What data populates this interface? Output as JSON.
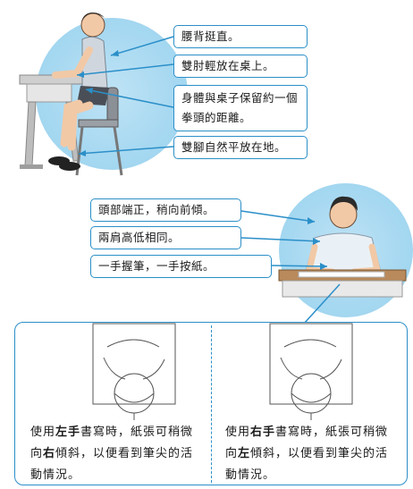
{
  "labels": {
    "back_straight": "腰背挺直。",
    "elbows_on_desk": "雙肘輕放在桌上。",
    "body_distance": "身體與桌子保留約一個拳頭的距離。",
    "feet_flat": "雙腳自然平放在地。",
    "head_upright": "頭部端正，稍向前傾。",
    "shoulders_level": "兩肩高低相同。",
    "hold_pen": "一手握筆，一手按紙。"
  },
  "captions": {
    "left_hand": {
      "p1": "使用",
      "hand": "左手",
      "p2": "書寫時，紙張可稍微向",
      "dir": "右",
      "p3": "傾斜，以便看到筆尖的活動情況。"
    },
    "right_hand": {
      "p1": "使用",
      "hand": "右手",
      "p2": "書寫時，紙張可稍微向",
      "dir": "左",
      "p3": "傾斜，以便看到筆尖的活動情況。"
    }
  },
  "colors": {
    "accent": "#2b8fc8",
    "circle": "#a6d8f1"
  }
}
